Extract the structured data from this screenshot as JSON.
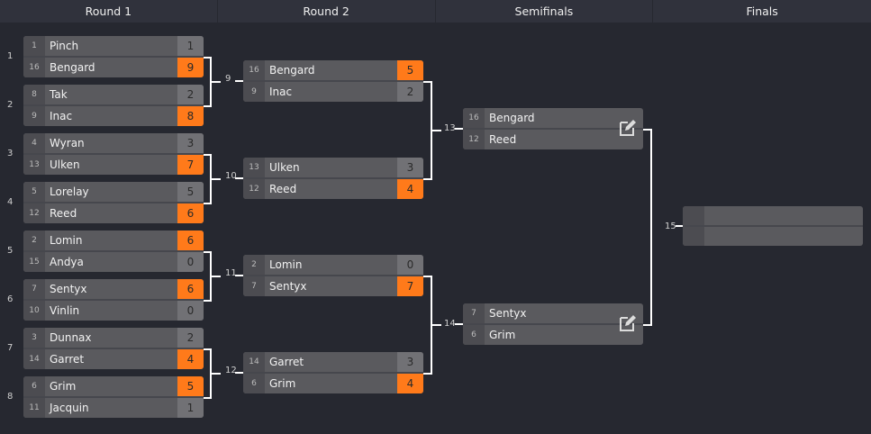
{
  "headers": [
    "Round 1",
    "Round 2",
    "Semifinals",
    "Finals"
  ],
  "round1": [
    {
      "num": "1",
      "a": {
        "seed": "1",
        "name": "Pinch",
        "score": "1",
        "win": false
      },
      "b": {
        "seed": "16",
        "name": "Bengard",
        "score": "9",
        "win": true
      }
    },
    {
      "num": "2",
      "a": {
        "seed": "8",
        "name": "Tak",
        "score": "2",
        "win": false
      },
      "b": {
        "seed": "9",
        "name": "Inac",
        "score": "8",
        "win": true
      }
    },
    {
      "num": "3",
      "a": {
        "seed": "4",
        "name": "Wyran",
        "score": "3",
        "win": false
      },
      "b": {
        "seed": "13",
        "name": "Ulken",
        "score": "7",
        "win": true
      }
    },
    {
      "num": "4",
      "a": {
        "seed": "5",
        "name": "Lorelay",
        "score": "5",
        "win": false
      },
      "b": {
        "seed": "12",
        "name": "Reed",
        "score": "6",
        "win": true
      }
    },
    {
      "num": "5",
      "a": {
        "seed": "2",
        "name": "Lomin",
        "score": "6",
        "win": true
      },
      "b": {
        "seed": "15",
        "name": "Andya",
        "score": "0",
        "win": false
      }
    },
    {
      "num": "6",
      "a": {
        "seed": "7",
        "name": "Sentyx",
        "score": "6",
        "win": true
      },
      "b": {
        "seed": "10",
        "name": "Vinlin",
        "score": "0",
        "win": false
      }
    },
    {
      "num": "7",
      "a": {
        "seed": "3",
        "name": "Dunnax",
        "score": "2",
        "win": false
      },
      "b": {
        "seed": "14",
        "name": "Garret",
        "score": "4",
        "win": true
      }
    },
    {
      "num": "8",
      "a": {
        "seed": "6",
        "name": "Grim",
        "score": "5",
        "win": true
      },
      "b": {
        "seed": "11",
        "name": "Jacquin",
        "score": "1",
        "win": false
      }
    }
  ],
  "round2": [
    {
      "num": "9",
      "a": {
        "seed": "16",
        "name": "Bengard",
        "score": "5",
        "win": true
      },
      "b": {
        "seed": "9",
        "name": "Inac",
        "score": "2",
        "win": false
      }
    },
    {
      "num": "10",
      "a": {
        "seed": "13",
        "name": "Ulken",
        "score": "3",
        "win": false
      },
      "b": {
        "seed": "12",
        "name": "Reed",
        "score": "4",
        "win": true
      }
    },
    {
      "num": "11",
      "a": {
        "seed": "2",
        "name": "Lomin",
        "score": "0",
        "win": false
      },
      "b": {
        "seed": "7",
        "name": "Sentyx",
        "score": "7",
        "win": true
      }
    },
    {
      "num": "12",
      "a": {
        "seed": "14",
        "name": "Garret",
        "score": "3",
        "win": false
      },
      "b": {
        "seed": "6",
        "name": "Grim",
        "score": "4",
        "win": true
      }
    }
  ],
  "semis": [
    {
      "num": "13",
      "a": {
        "seed": "16",
        "name": "Bengard"
      },
      "b": {
        "seed": "12",
        "name": "Reed"
      },
      "icon": "edit-icon"
    },
    {
      "num": "14",
      "a": {
        "seed": "7",
        "name": "Sentyx"
      },
      "b": {
        "seed": "6",
        "name": "Grim"
      },
      "icon": "edit-icon"
    }
  ],
  "final": {
    "num": "15"
  },
  "colors": {
    "winner": "#ff7a1a",
    "background": "#262830",
    "card": "#5a5a5e"
  }
}
